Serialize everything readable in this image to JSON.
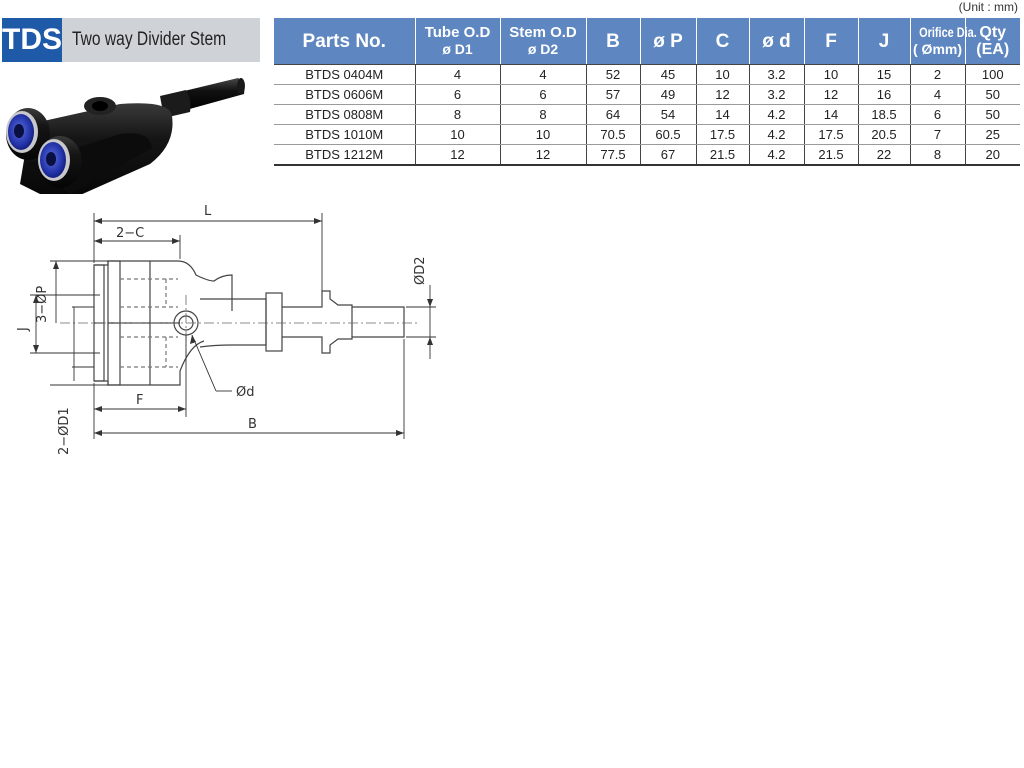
{
  "header": {
    "code": "TDS",
    "name": "Two way Divider Stem"
  },
  "unit_label": "(Unit : mm)",
  "table": {
    "columns": [
      {
        "line1": "Parts No.",
        "line2": ""
      },
      {
        "line1": "Tube O.D",
        "line2": "ø D1"
      },
      {
        "line1": "Stem O.D",
        "line2": "ø D2"
      },
      {
        "line1": "B",
        "line2": ""
      },
      {
        "line1": "ø P",
        "line2": ""
      },
      {
        "line1": "C",
        "line2": ""
      },
      {
        "line1": "ø d",
        "line2": ""
      },
      {
        "line1": "F",
        "line2": ""
      },
      {
        "line1": "J",
        "line2": ""
      },
      {
        "line1": "Orifice Dia.",
        "line2": "( Ømm)"
      },
      {
        "line1": "Qty",
        "line2": "(EA)"
      }
    ],
    "rows": [
      [
        "BTDS 0404M",
        "4",
        "4",
        "52",
        "45",
        "10",
        "3.2",
        "10",
        "15",
        "2",
        "100"
      ],
      [
        "BTDS 0606M",
        "6",
        "6",
        "57",
        "49",
        "12",
        "3.2",
        "12",
        "16",
        "4",
        "50"
      ],
      [
        "BTDS 0808M",
        "8",
        "8",
        "64",
        "54",
        "14",
        "4.2",
        "14",
        "18.5",
        "6",
        "50"
      ],
      [
        "BTDS 1010M",
        "10",
        "10",
        "70.5",
        "60.5",
        "17.5",
        "4.2",
        "17.5",
        "20.5",
        "7",
        "25"
      ],
      [
        "BTDS 1212M",
        "12",
        "12",
        "77.5",
        "67",
        "21.5",
        "4.2",
        "21.5",
        "22",
        "8",
        "20"
      ]
    ]
  },
  "drawing": {
    "labels": {
      "L": "L",
      "two_c": "2−C",
      "three_p": "3−ØP",
      "j": "J",
      "d2": "ØD2",
      "d": "Ød",
      "f": "F",
      "two_d1": "2−ØD1",
      "b": "B"
    }
  },
  "colors": {
    "badge_blue": "#1e5aa8",
    "badge_gray": "#cfd3d8",
    "header_blue": "#5e86c1"
  }
}
